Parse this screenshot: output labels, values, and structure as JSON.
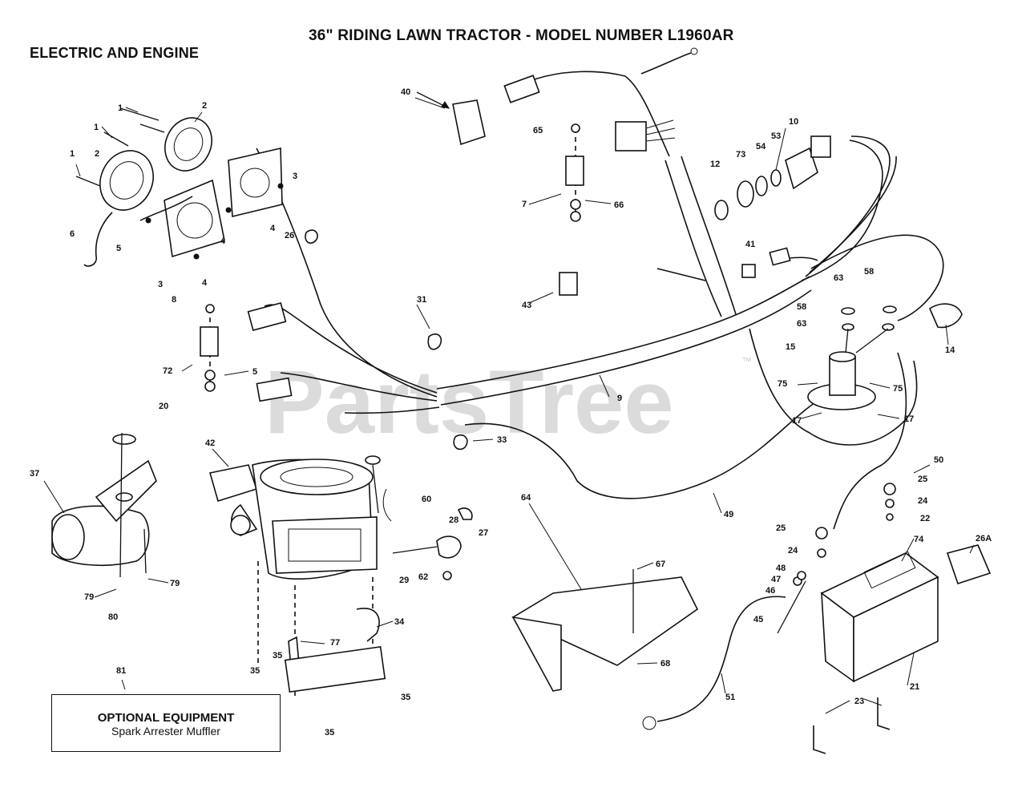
{
  "header": {
    "title": "36\" RIDING LAWN TRACTOR - MODEL NUMBER L1960AR",
    "section": "ELECTRIC AND ENGINE"
  },
  "watermark": "PartsTree",
  "watermark_tm": "™",
  "optional_box": {
    "title": "OPTIONAL EQUIPMENT",
    "subtitle": "Spark Arrester Muffler"
  },
  "callouts": [
    "1",
    "1",
    "1",
    "2",
    "2",
    "3",
    "3",
    "4",
    "4",
    "4",
    "5",
    "5",
    "6",
    "7",
    "8",
    "9",
    "10",
    "12",
    "14",
    "15",
    "17",
    "17",
    "20",
    "21",
    "22",
    "23",
    "24",
    "24",
    "25",
    "25",
    "26",
    "26A",
    "27",
    "28",
    "29",
    "31",
    "33",
    "34",
    "35",
    "35",
    "35",
    "35",
    "37",
    "40",
    "41",
    "42",
    "43",
    "45",
    "46",
    "47",
    "48",
    "49",
    "50",
    "51",
    "53",
    "54",
    "58",
    "58",
    "60",
    "62",
    "63",
    "63",
    "64",
    "65",
    "66",
    "67",
    "68",
    "72",
    "73",
    "74",
    "75",
    "75",
    "77",
    "79",
    "79",
    "80",
    "81"
  ]
}
